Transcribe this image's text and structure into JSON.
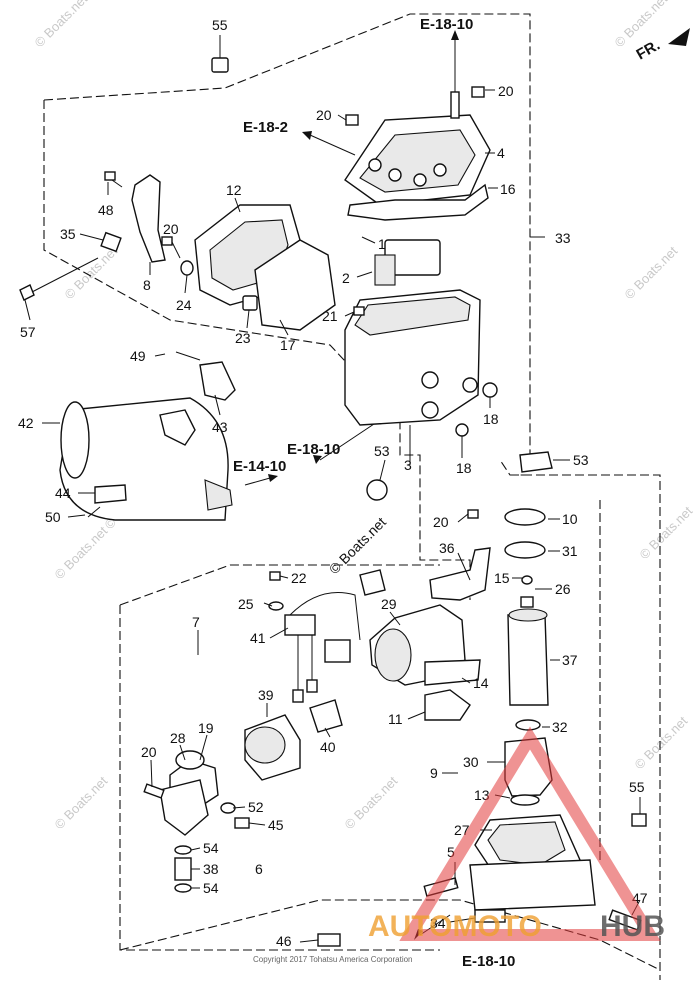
{
  "part_labels": [
    "55",
    "20",
    "4",
    "16",
    "33",
    "20",
    "1",
    "2",
    "21",
    "18",
    "18",
    "3",
    "53",
    "53",
    "12",
    "48",
    "35",
    "20",
    "8",
    "24",
    "57",
    "17",
    "23",
    "49",
    "43",
    "42",
    "44",
    "50",
    "10",
    "31",
    "15",
    "26",
    "37",
    "32",
    "30",
    "9",
    "13",
    "36",
    "20",
    "22",
    "25",
    "41",
    "7",
    "29",
    "14",
    "11",
    "39",
    "40",
    "19",
    "28",
    "20",
    "52",
    "45",
    "54",
    "38",
    "54",
    "6",
    "27",
    "5",
    "55",
    "47",
    "34",
    "46"
  ],
  "ref_labels": [
    "E-18-10",
    "E-18-2",
    "E-18-10",
    "E-14-10",
    "E-18-10"
  ],
  "direction_label": "FR.",
  "watermark": "© Boats.net",
  "watermark_center": "© Boats.net",
  "copyright": "Copyright 2017 Tohatsu America Corporation",
  "brand": {
    "left": "AUTOMOTO",
    "right": "HUB"
  },
  "colors": {
    "line": "#111111",
    "brand_orange": "#f0a030",
    "brand_gray": "#555555",
    "triangle_red": "#e23b3b"
  }
}
